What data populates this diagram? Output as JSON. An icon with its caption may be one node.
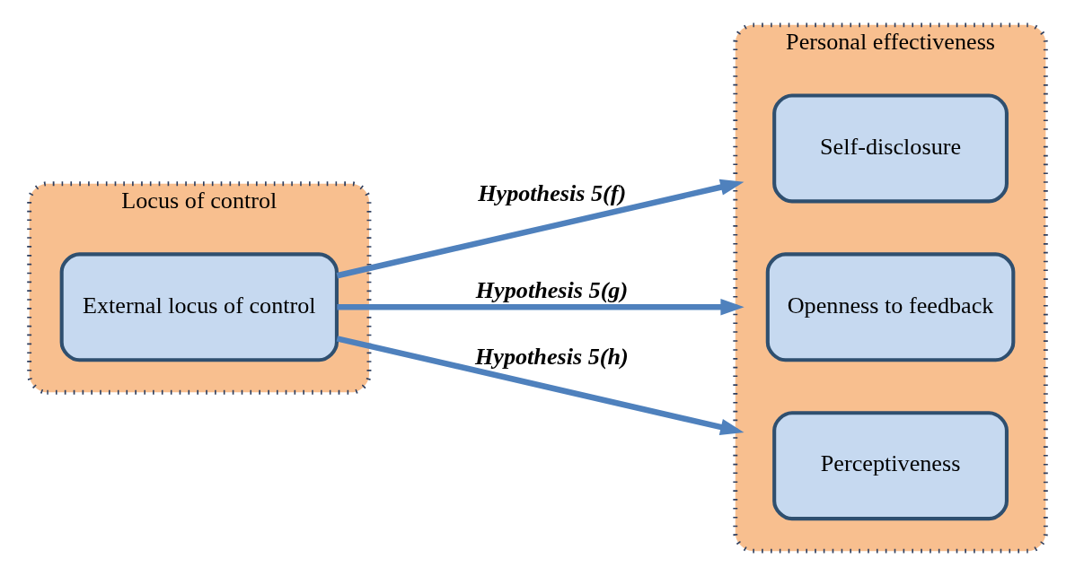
{
  "diagram": {
    "nodes": [
      {
        "text": [
          "Locus of control"
        ]
      },
      {
        "text": [
          "External locus of control"
        ],
        "in": 0
      },
      {
        "text": [
          "Personal effectiveness"
        ]
      },
      {
        "text": [
          "Self-disclosure"
        ],
        "in": 2
      },
      {
        "text": [
          "Openness to feedback"
        ],
        "in": 2
      },
      {
        "text": [
          "Perceptiveness"
        ],
        "in": 2
      }
    ],
    "edges": [
      {
        "from": 1,
        "to": 2,
        "arrow": "to",
        "label": "Hypothesis 5(f)"
      },
      {
        "from": 1,
        "to": 2,
        "arrow": "to",
        "label": "Hypothesis 5(g)"
      },
      {
        "from": 1,
        "to": 2,
        "arrow": "to",
        "label": "Hypothesis 5(h)"
      }
    ]
  }
}
